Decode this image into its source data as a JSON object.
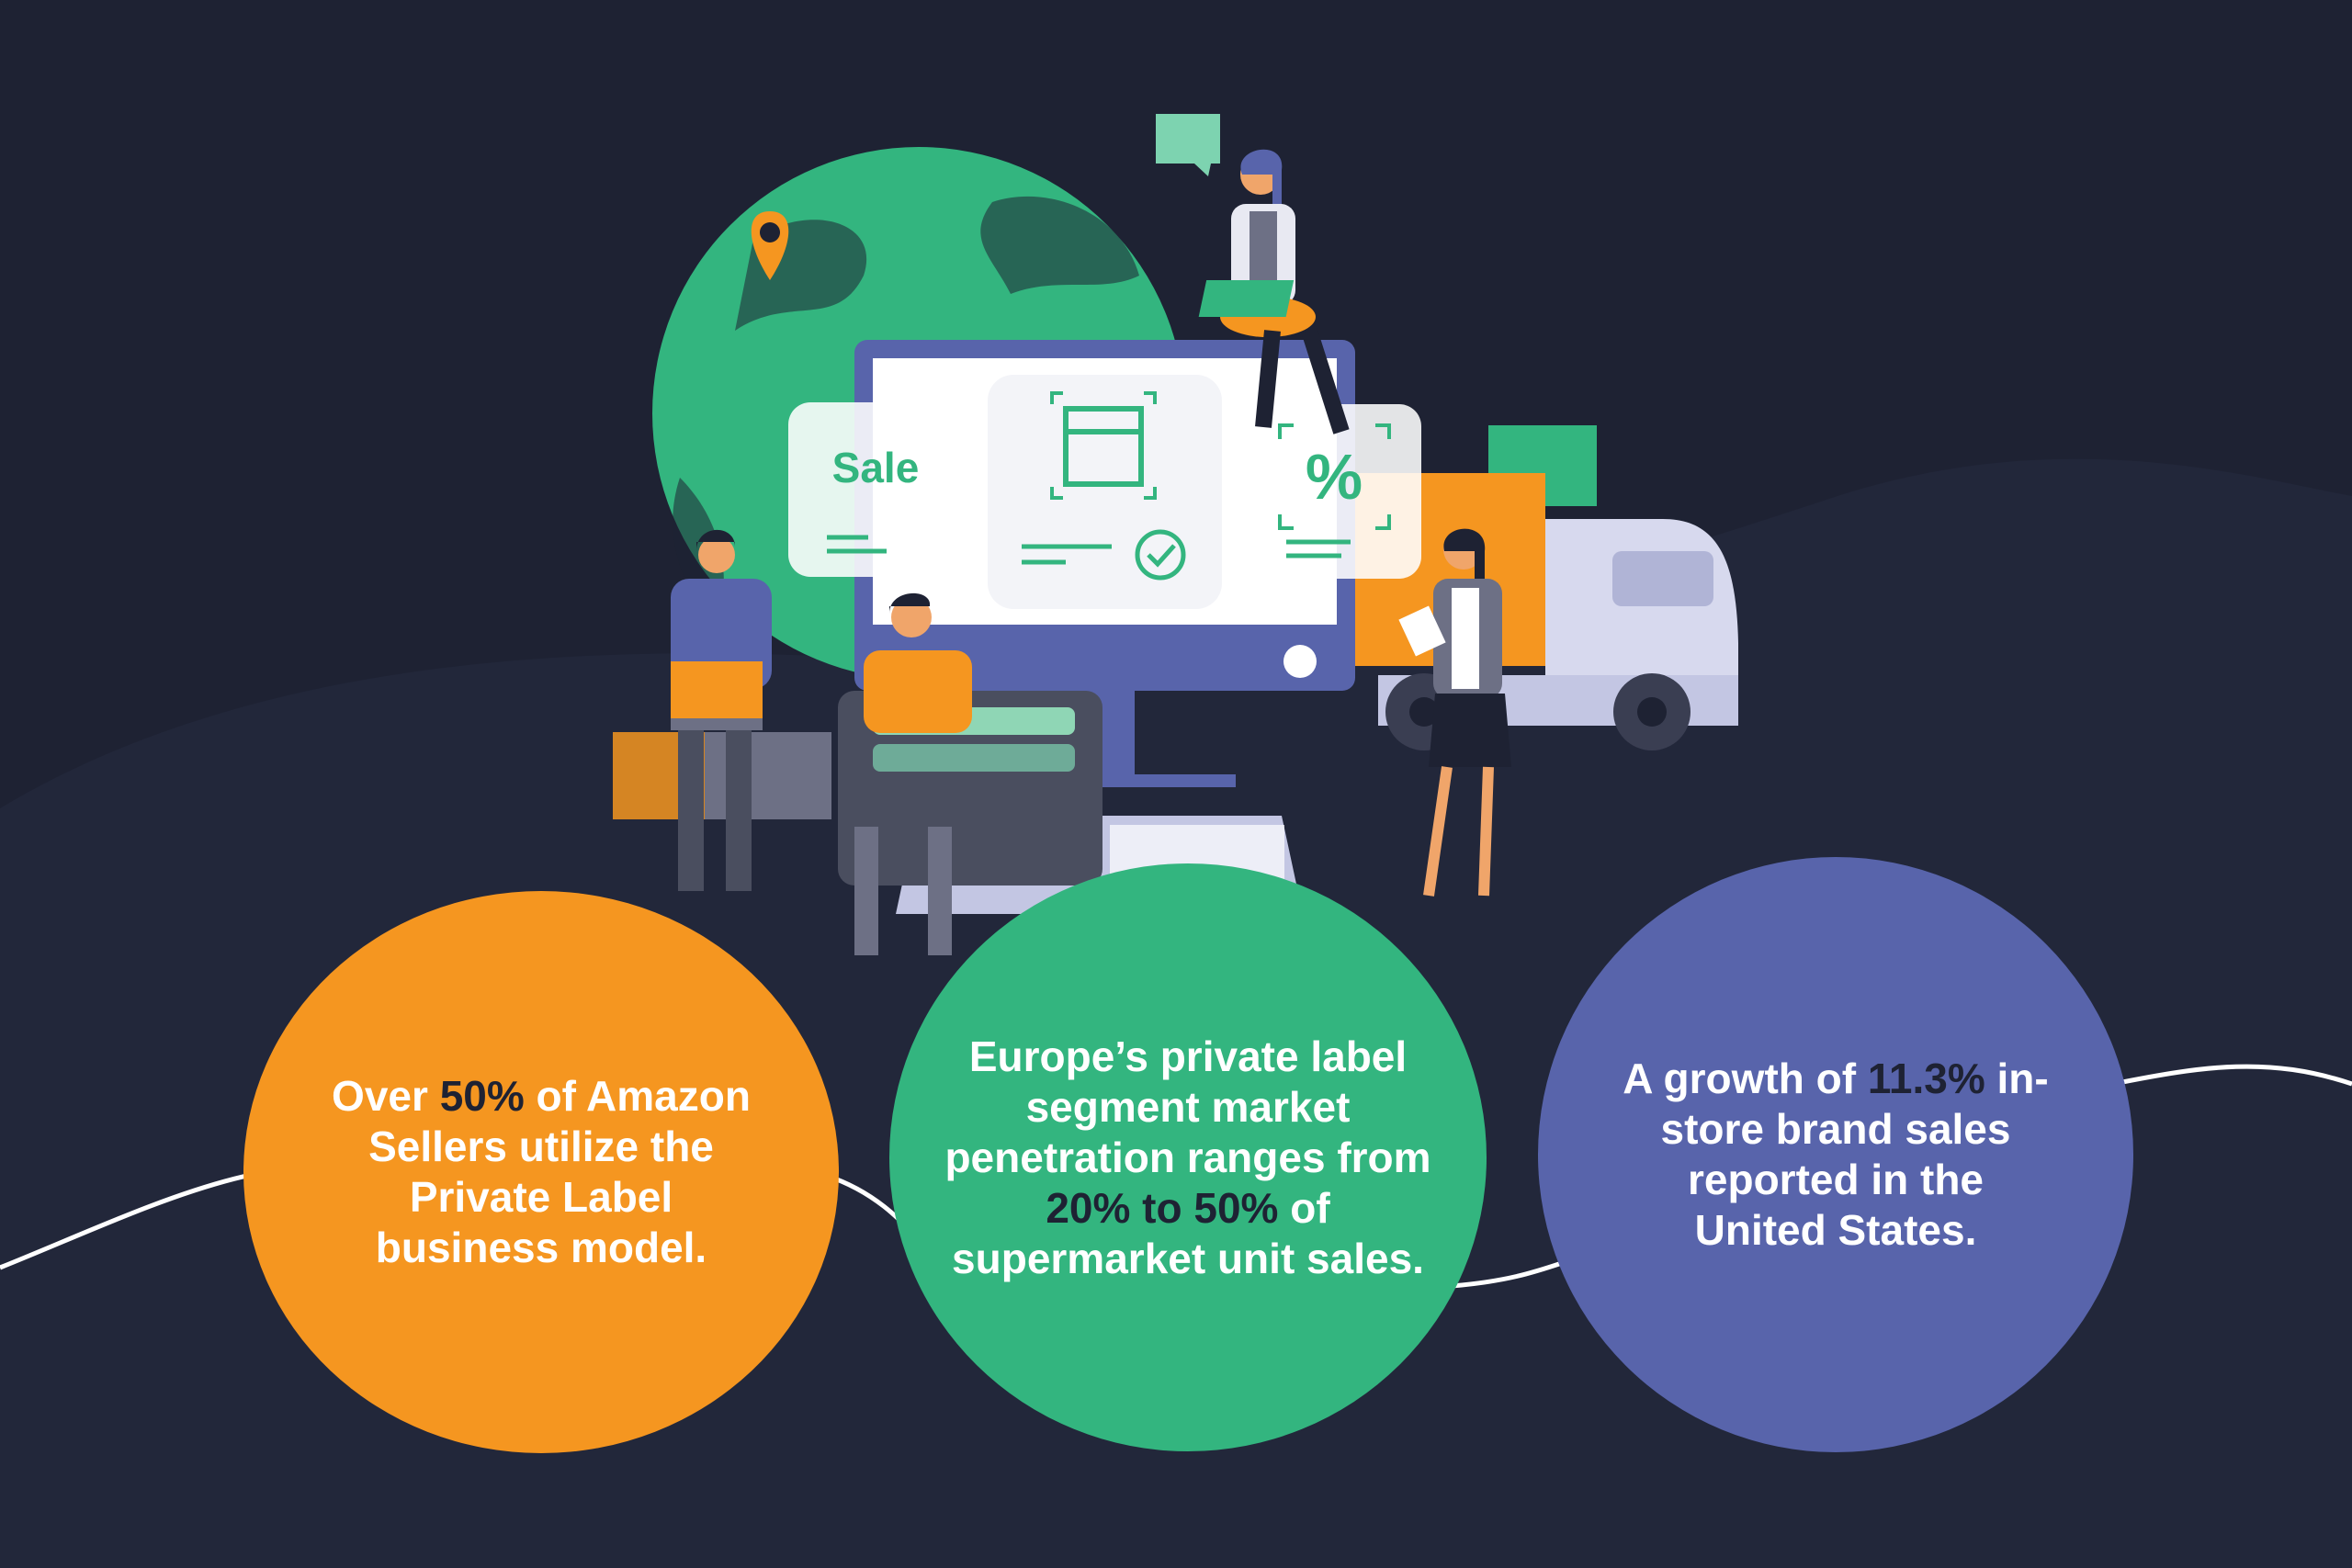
{
  "colors": {
    "background": "#1e2233",
    "orange": "#f59620",
    "green": "#33b57f",
    "purple": "#5864ab",
    "dark_text": "#1e2233"
  },
  "illustration": {
    "sale_card": {
      "label": "Sale"
    },
    "percent_card": {
      "label": "%"
    }
  },
  "stats": [
    {
      "color": "#f59620",
      "before": "Over ",
      "highlight": "50%",
      "after": " of Amazon Sellers utilize the Private Label business model."
    },
    {
      "color": "#33b57f",
      "before": "Europe’s private label segment market penetration ranges from ",
      "highlight": "20% to 50%",
      "after": " of supermarket unit sales."
    },
    {
      "color": "#5864ab",
      "before": "A growth of ",
      "highlight": "11.3%",
      "after": " in-store brand sales reported in the United States."
    }
  ]
}
